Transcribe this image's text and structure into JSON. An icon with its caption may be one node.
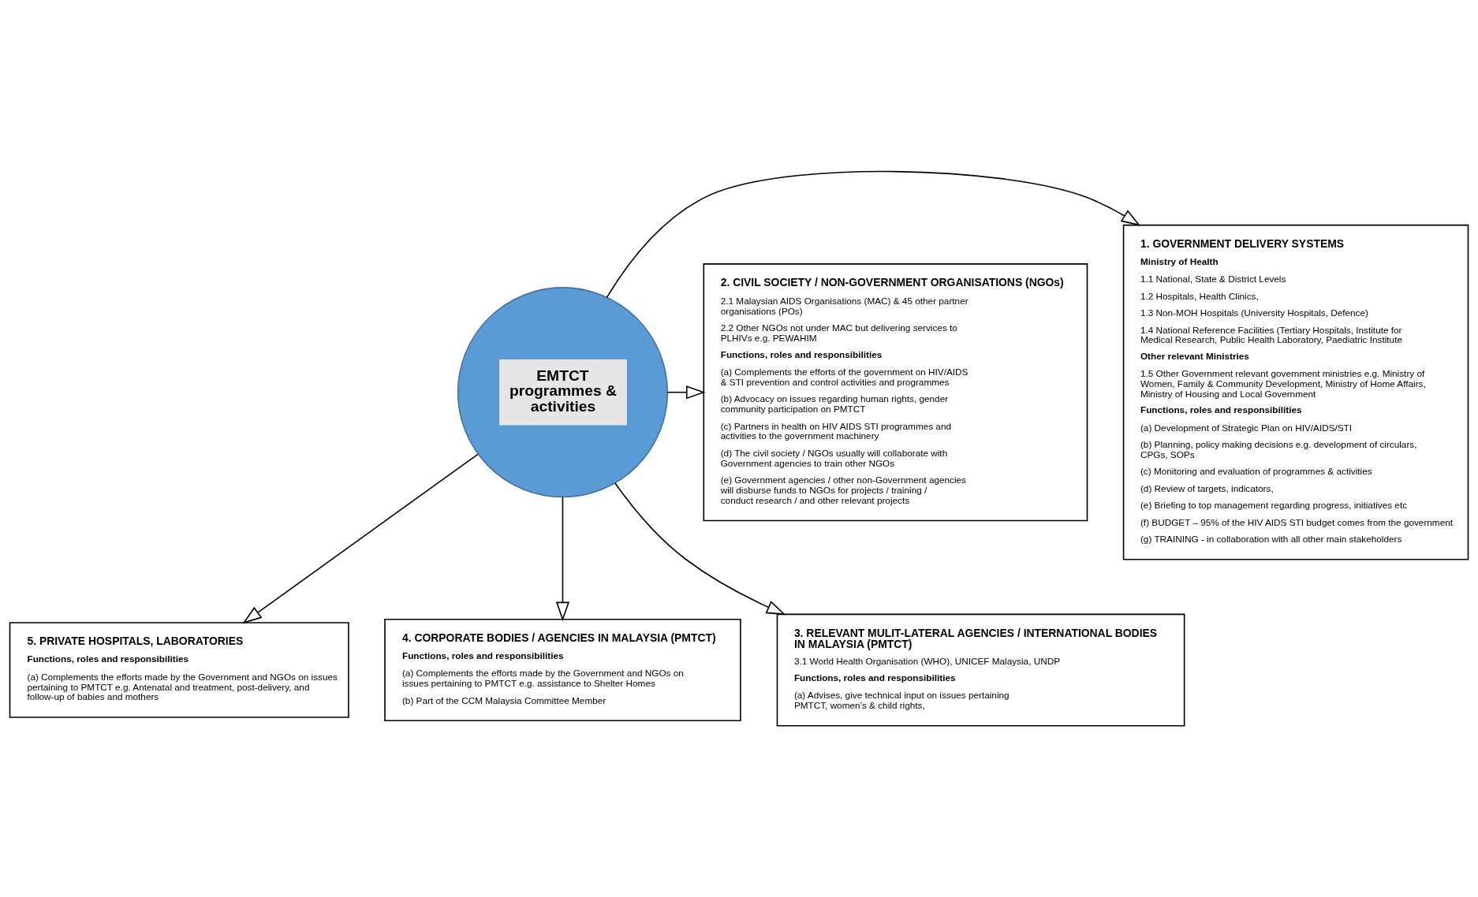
{
  "diagram": {
    "nodes": [
      {
        "text": [
          "1. GOVERNMENT DELIVERY SYSTEMS",
          "Ministry of Health",
          "1.1 National, State & District Levels",
          "1.2 Hospitals, Health Clinics,",
          "1.3 Non-MOH Hospitals (University Hospitals, Defence)",
          "1.4 National Reference Facilities (Tertiary Hospitals, Institute for Medical Research, Public Health Laboratory, Paediatric Institute",
          "Other relevant Ministries",
          "1.5 Other Government relevant government ministries e.g. Ministry of Women, Family & Community Development, Ministry of Home Affairs, Ministry of Housing and Local Government",
          "Functions, roles and responsibilities",
          "(a) Development of Strategic Plan on HIV/AIDS/STI",
          "(b) Planning, policy making decisions e.g. development of circulars, CPGs, SOPs",
          "(c) Monitoring and evaluation of programmes & activities",
          "(d) Review of targets, indicators,",
          "(e) Briefing to top management regarding progress, initiatives etc",
          "(f) BUDGET – 95% of the HIV AIDS STI budget comes from the government",
          "(g) TRAINING - in collaboration with all other main stakeholders"
        ]
      },
      {
        "text": [
          "EMTCT programmes & activities"
        ]
      },
      {
        "text": [
          "2. CIVIL SOCIETY / NON-GOVERNMENT ORGANISATIONS (NGOs)",
          "2.1 Malaysian AIDS Organisations (MAC) & 45 other partner organisations (POs)",
          "2.2 Other NGOs not under MAC but delivering services to PLHIVs e.g. PEWAHIM",
          "Functions, roles and responsibilities",
          "(a) Complements the efforts of the government on HIV/AIDS & STI prevention and control activities and programmes",
          "(b) Advocacy on issues regarding human rights, gender community participation on PMTCT",
          "(c) Partners in health on HIV AIDS STI programmes and activities to the government machinery",
          "(d) The civil society / NGOs usually will collaborate with Government agencies to train other NGOs",
          "(e) Government agencies / other non-Government agencies will disburse funds to NGOs for projects / training / conduct research / and other relevant projects"
        ]
      },
      {
        "text": [
          "5. PRIVATE HOSPITALS, LABORATORIES",
          "Functions, roles and responsibilities",
          "(a) Complements the efforts made by the Government and NGOs on issues pertaining to PMTCT e.g. Antenatal and treatment, post-delivery, and follow-up of babies and mothers"
        ]
      },
      {
        "text": [
          "4. CORPORATE BODIES / AGENCIES IN MALAYSIA (PMTCT)",
          "Functions, roles and responsibilities",
          "(a) Complements the efforts made by the Government and NGOs on issues pertaining to PMTCT e.g. assistance to Shelter Homes",
          "(b) Part of the CCM Malaysia Committee Member"
        ]
      },
      {
        "text": [
          "3. RELEVANT MULIT-LATERAL AGENCIES / INTERNATIONAL BODIES IN MALAYSIA (PMTCT)",
          "3.1 World Health Organisation (WHO), UNICEF Malaysia, UNDP",
          "Functions, roles and responsibilities",
          "(a) Advises, give technical input on issues pertaining PMTCT, women’s & child rights,"
        ]
      }
    ],
    "edges": [
      {
        "from": 1,
        "to": 0,
        "arrow": "to"
      },
      {
        "from": 1,
        "to": 2,
        "arrow": "to"
      },
      {
        "from": 1,
        "to": 3,
        "arrow": "to"
      },
      {
        "from": 1,
        "to": 4,
        "arrow": "to"
      },
      {
        "from": 1,
        "to": 5,
        "arrow": "to"
      }
    ]
  }
}
